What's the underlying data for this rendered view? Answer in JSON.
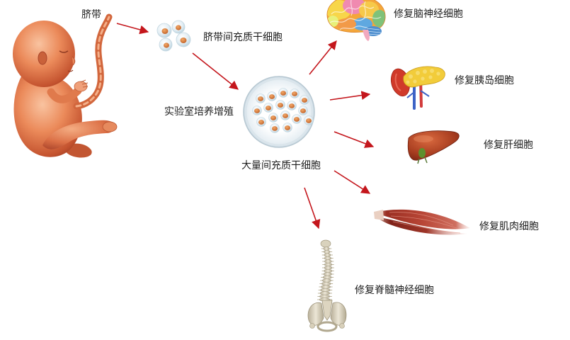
{
  "diagram": {
    "source": {
      "label": "脐带",
      "icon": "fetus-illustration"
    },
    "cells": {
      "label": "脐带间充质干细胞",
      "icon": "stem-cell-cluster"
    },
    "culture": {
      "label": "实验室培养增殖"
    },
    "dish": {
      "label": "大量间充质干细胞",
      "icon": "petri-dish"
    },
    "targets": [
      {
        "label": "修复脑神经细胞",
        "icon": "brain-icon"
      },
      {
        "label": "修复胰岛细胞",
        "icon": "pancreas-icon"
      },
      {
        "label": "修复肝细胞",
        "icon": "liver-icon"
      },
      {
        "label": "修复肌肉细胞",
        "icon": "muscle-icon"
      },
      {
        "label": "修复脊髓神经细胞",
        "icon": "spine-icon"
      }
    ]
  },
  "colors": {
    "arrow": "#c4161c",
    "background": "#ffffff",
    "label_text": "#1e1e1e"
  }
}
